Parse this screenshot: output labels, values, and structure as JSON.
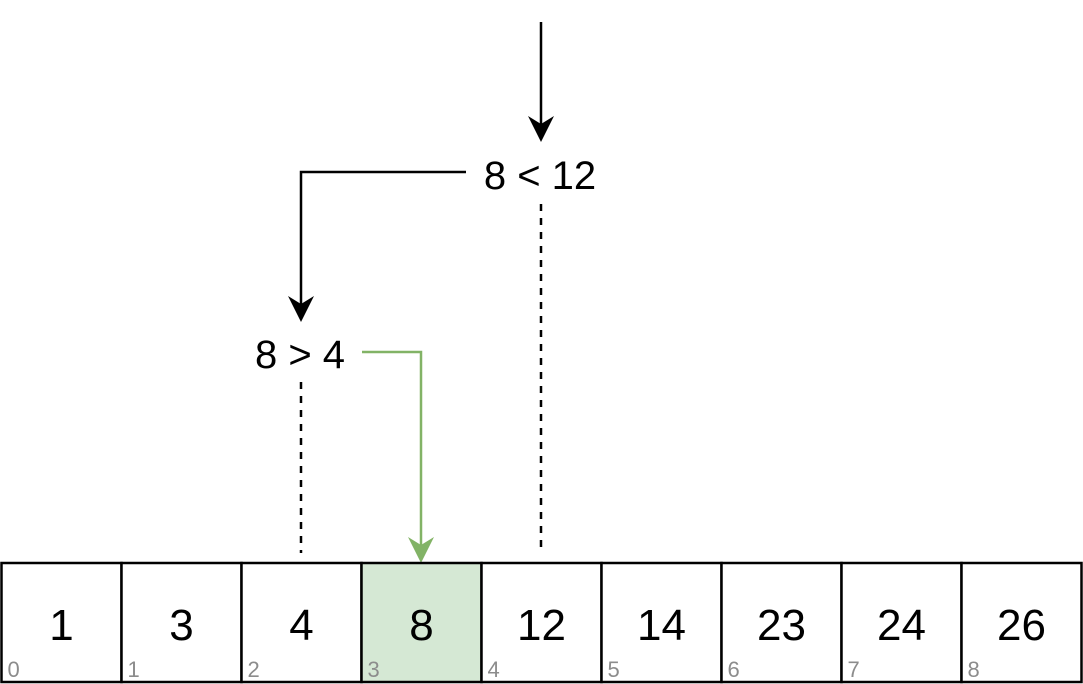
{
  "comparisons": {
    "first": "8 < 12",
    "second": "8 > 4"
  },
  "array": {
    "cells": [
      {
        "value": "1",
        "index": "0"
      },
      {
        "value": "3",
        "index": "1"
      },
      {
        "value": "4",
        "index": "2"
      },
      {
        "value": "8",
        "index": "3"
      },
      {
        "value": "12",
        "index": "4"
      },
      {
        "value": "14",
        "index": "5"
      },
      {
        "value": "23",
        "index": "6"
      },
      {
        "value": "24",
        "index": "7"
      },
      {
        "value": "26",
        "index": "8"
      }
    ],
    "found_index": 3
  },
  "colors": {
    "line": "#000000",
    "found_arrow": "#82b366",
    "found_fill": "#d5e8d4",
    "index_text": "#8c8c8c"
  }
}
